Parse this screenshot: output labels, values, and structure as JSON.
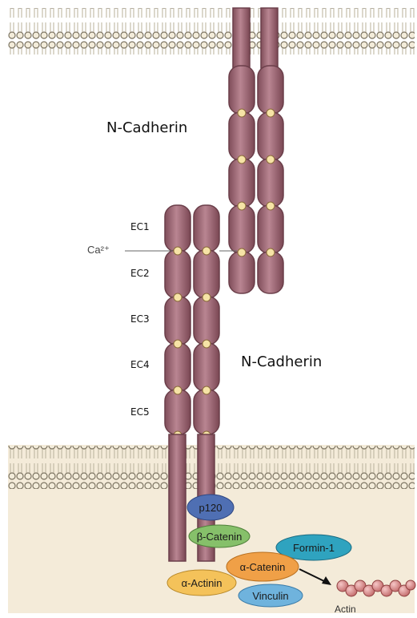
{
  "labels": {
    "top_cadherin": "N-Cadherin",
    "bottom_cadherin": "N-Cadherin",
    "calcium": "Ca²⁺",
    "ec": [
      "EC1",
      "EC2",
      "EC3",
      "EC4",
      "EC5"
    ]
  },
  "proteins": {
    "p120": "p120",
    "beta_catenin": "β-Catenin",
    "formin": "Formin-1",
    "alpha_catenin": "α-Catenin",
    "alpha_actinin": "α-Actinin",
    "vinculin": "Vinculin",
    "actin": "Actin"
  },
  "colors": {
    "domain_fill": "#a9727e",
    "domain_stroke": "#6b3f4a",
    "calcium": "#f6e3a6",
    "membrane_head": "#f3ecda",
    "cytoplasm": "#f3ead8",
    "p120": "#4f6fb3",
    "beta_catenin": "#86c06a",
    "formin": "#2fa3bf",
    "alpha_catenin": "#f0a047",
    "alpha_actinin": "#f4c25a",
    "vinculin": "#6fb3dd",
    "actin": "#d98b8b"
  }
}
